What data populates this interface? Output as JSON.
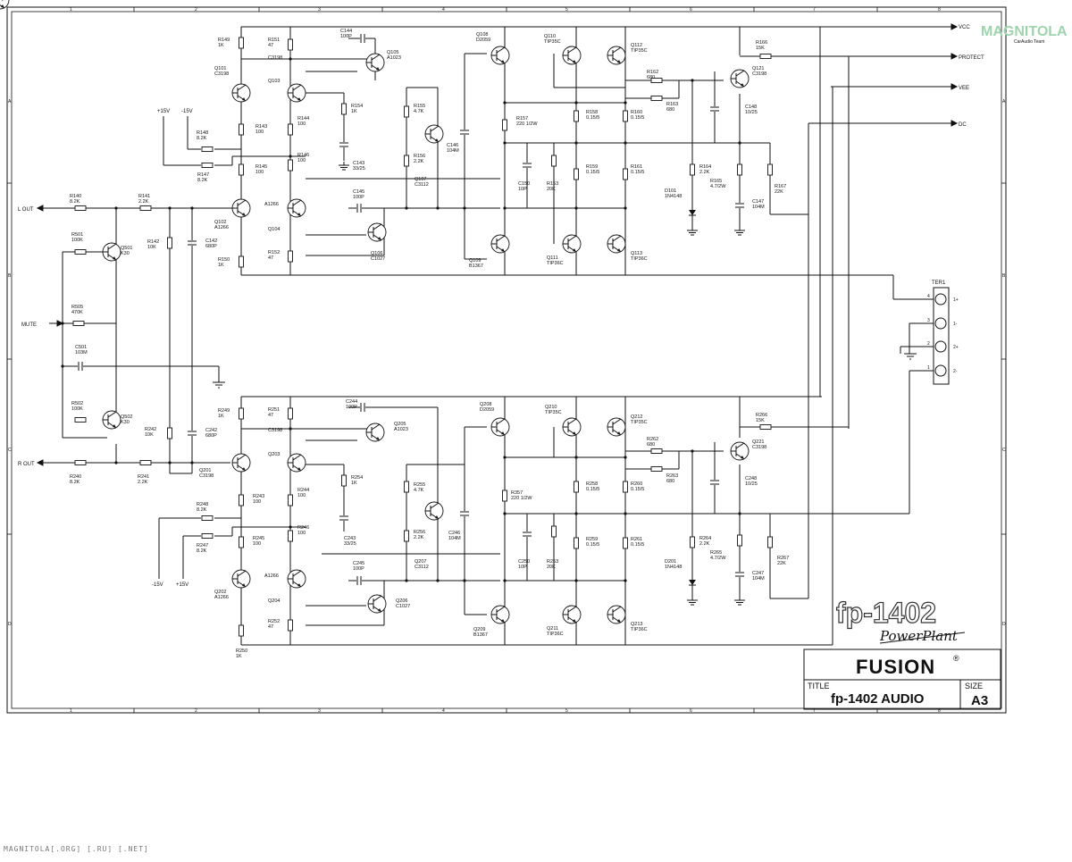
{
  "ports": {
    "l_out": "L OUT",
    "r_out": "R OUT",
    "mute": "MUTE",
    "vcc": "VCC",
    "protect": "PROTECT",
    "vee": "VEE",
    "dc": "DC"
  },
  "supply": {
    "p15_top": "+15V",
    "n15_top": "-15V",
    "n15_bot": "-15V",
    "p15_bot": "+15V"
  },
  "grid": {
    "cols": [
      "1",
      "2",
      "3",
      "4",
      "5",
      "6",
      "7",
      "8"
    ],
    "rows": [
      "A",
      "B",
      "C",
      "D"
    ]
  },
  "components": {
    "R140": [
      "R140",
      "8.2K"
    ],
    "R141": [
      "R141",
      "2.2K"
    ],
    "R142": [
      "R142",
      "10K"
    ],
    "C142": [
      "C142",
      "680P"
    ],
    "R501": [
      "R501",
      "100K"
    ],
    "Q501": [
      "Q501",
      "K30"
    ],
    "R505": [
      "R505",
      "470K"
    ],
    "C501": [
      "C501",
      "103M"
    ],
    "R502": [
      "R502",
      "100K"
    ],
    "Q502": [
      "Q502",
      "K30"
    ],
    "R240": [
      "R240",
      "8.2K"
    ],
    "R241": [
      "R241",
      "2.2K"
    ],
    "R242": [
      "R242",
      "10K"
    ],
    "C242": [
      "C242",
      "680P"
    ],
    "R149": [
      "R149",
      "1K"
    ],
    "R151": [
      "R151",
      "47"
    ],
    "C144": [
      "C144",
      "100P"
    ],
    "C3198a": [
      "C3198",
      ""
    ],
    "Q105": [
      "Q105",
      "A1023"
    ],
    "Q101": [
      "Q101",
      "C3198"
    ],
    "Q103": [
      "Q103",
      ""
    ],
    "R154": [
      "R154",
      "1K"
    ],
    "R143": [
      "R143",
      "100"
    ],
    "R144": [
      "R144",
      "100"
    ],
    "R148": [
      "R148",
      "8.2K"
    ],
    "R147": [
      "R147",
      "8.2K"
    ],
    "R146": [
      "R146",
      "100"
    ],
    "R145": [
      "R145",
      "100"
    ],
    "C143": [
      "C143",
      "33/25"
    ],
    "Q102": [
      "Q102",
      "A1266"
    ],
    "A1266a": [
      "A1266",
      ""
    ],
    "C145": [
      "C145",
      "100P"
    ],
    "Q104": [
      "Q104",
      ""
    ],
    "R150": [
      "R150",
      "1K"
    ],
    "R152": [
      "R152",
      "47"
    ],
    "Q106": [
      "Q106",
      "C1027"
    ],
    "R155": [
      "R155",
      "4.7K"
    ],
    "R156": [
      "R156",
      "2.2K"
    ],
    "Q107": [
      "Q107",
      "C3112"
    ],
    "C146": [
      "C146",
      "104M"
    ],
    "Q108": [
      "Q108",
      "D2059"
    ],
    "Q109": [
      "Q109",
      "B1367"
    ],
    "R157": [
      "R157",
      "220 1/2W"
    ],
    "C150": [
      "C150",
      "10P"
    ],
    "R153": [
      "R153",
      "20K"
    ],
    "Q110": [
      "Q110",
      "TIP35C"
    ],
    "Q111": [
      "Q111",
      "TIP36C"
    ],
    "R158": [
      "R158",
      "0.15/5"
    ],
    "R159": [
      "R159",
      "0.15/5"
    ],
    "Q112": [
      "Q112",
      "TIP35C"
    ],
    "Q113": [
      "Q113",
      "TIP36C"
    ],
    "R160": [
      "R160",
      "0.15/5"
    ],
    "R161": [
      "R161",
      "0.15/5"
    ],
    "R162": [
      "R162",
      "680"
    ],
    "R163": [
      "R163",
      "680"
    ],
    "R164": [
      "R164",
      "2.2K"
    ],
    "D101": [
      "D101",
      "1N4148"
    ],
    "R165": [
      "R165",
      "4.7/2W"
    ],
    "C147": [
      "C147",
      "104M"
    ],
    "R166": [
      "R166",
      "15K"
    ],
    "Q121": [
      "Q121",
      "C3198"
    ],
    "C148": [
      "C148",
      "10/25"
    ],
    "R167": [
      "R167",
      "22K"
    ],
    "R249": [
      "R249",
      "1K"
    ],
    "R251": [
      "R251",
      "47"
    ],
    "C244": [
      "C244",
      "100P"
    ],
    "C3198b": [
      "C3198",
      ""
    ],
    "Q205": [
      "Q205",
      "A1023"
    ],
    "Q201": [
      "Q201",
      "C3198"
    ],
    "Q203": [
      "Q203",
      ""
    ],
    "R254": [
      "R254",
      "1K"
    ],
    "R243": [
      "R243",
      "100"
    ],
    "R244": [
      "R244",
      "100"
    ],
    "R248": [
      "R248",
      "8.2K"
    ],
    "R247": [
      "R247",
      "8.2K"
    ],
    "R246": [
      "R246",
      "100"
    ],
    "R245": [
      "R245",
      "100"
    ],
    "C243": [
      "C243",
      "33/25"
    ],
    "Q202": [
      "Q202",
      "A1266"
    ],
    "A1266b": [
      "A1266",
      ""
    ],
    "C245": [
      "C245",
      "100P"
    ],
    "Q204": [
      "Q204",
      ""
    ],
    "R250": [
      "R250",
      "1K"
    ],
    "R252": [
      "R252",
      "47"
    ],
    "Q206": [
      "Q206",
      "C1027"
    ],
    "R255": [
      "R255",
      "4.7K"
    ],
    "R256": [
      "R256",
      "2.2K"
    ],
    "Q207": [
      "Q207",
      "C3112"
    ],
    "C246": [
      "C246",
      "104M"
    ],
    "Q208": [
      "Q208",
      "D2059"
    ],
    "Q209": [
      "Q209",
      "B1367"
    ],
    "R257": [
      "R357",
      "220 1/2W"
    ],
    "C250": [
      "C250",
      "10P"
    ],
    "R253": [
      "R253",
      "20K"
    ],
    "Q210": [
      "Q210",
      "TIP35C"
    ],
    "Q211": [
      "Q211",
      "TIP36C"
    ],
    "R258": [
      "R258",
      "0.15/5"
    ],
    "R259": [
      "R259",
      "0.15/5"
    ],
    "Q212": [
      "Q212",
      "TIP35C"
    ],
    "Q213": [
      "Q213",
      "TIP36C"
    ],
    "R260": [
      "R260",
      "0.15/5"
    ],
    "R261": [
      "R261",
      "0.15/5"
    ],
    "R262": [
      "R262",
      "680"
    ],
    "R263": [
      "R263",
      "680"
    ],
    "R264": [
      "R264",
      "2.2K"
    ],
    "D201": [
      "D201",
      "1N4148"
    ],
    "R265": [
      "R265",
      "4.7/2W"
    ],
    "C247": [
      "C247",
      "104M"
    ],
    "R266": [
      "R266",
      "15K"
    ],
    "Q221": [
      "Q221",
      "C3198"
    ],
    "C248": [
      "C248",
      "10/25"
    ],
    "R267": [
      "R267",
      "22K"
    ]
  },
  "connector": {
    "name": "TER1",
    "pins": [
      {
        "num": "4",
        "label": "1+"
      },
      {
        "num": "3",
        "label": "1-"
      },
      {
        "num": "2",
        "label": "2+"
      },
      {
        "num": "1",
        "label": "2-"
      }
    ]
  },
  "title_block": {
    "model_logo": "fp-1402",
    "tagline": "PowerPlant",
    "brand": "FUSION",
    "registered": "®",
    "title_label": "TITLE",
    "title": "fp-1402  AUDIO",
    "size_label": "SIZE",
    "size": "A3"
  },
  "watermark": {
    "logo": "MAGNITOLA",
    "logo_sub": "CarAudio Team",
    "footer": "MAGNITOLA[.ORG] [.RU] [.NET]"
  }
}
